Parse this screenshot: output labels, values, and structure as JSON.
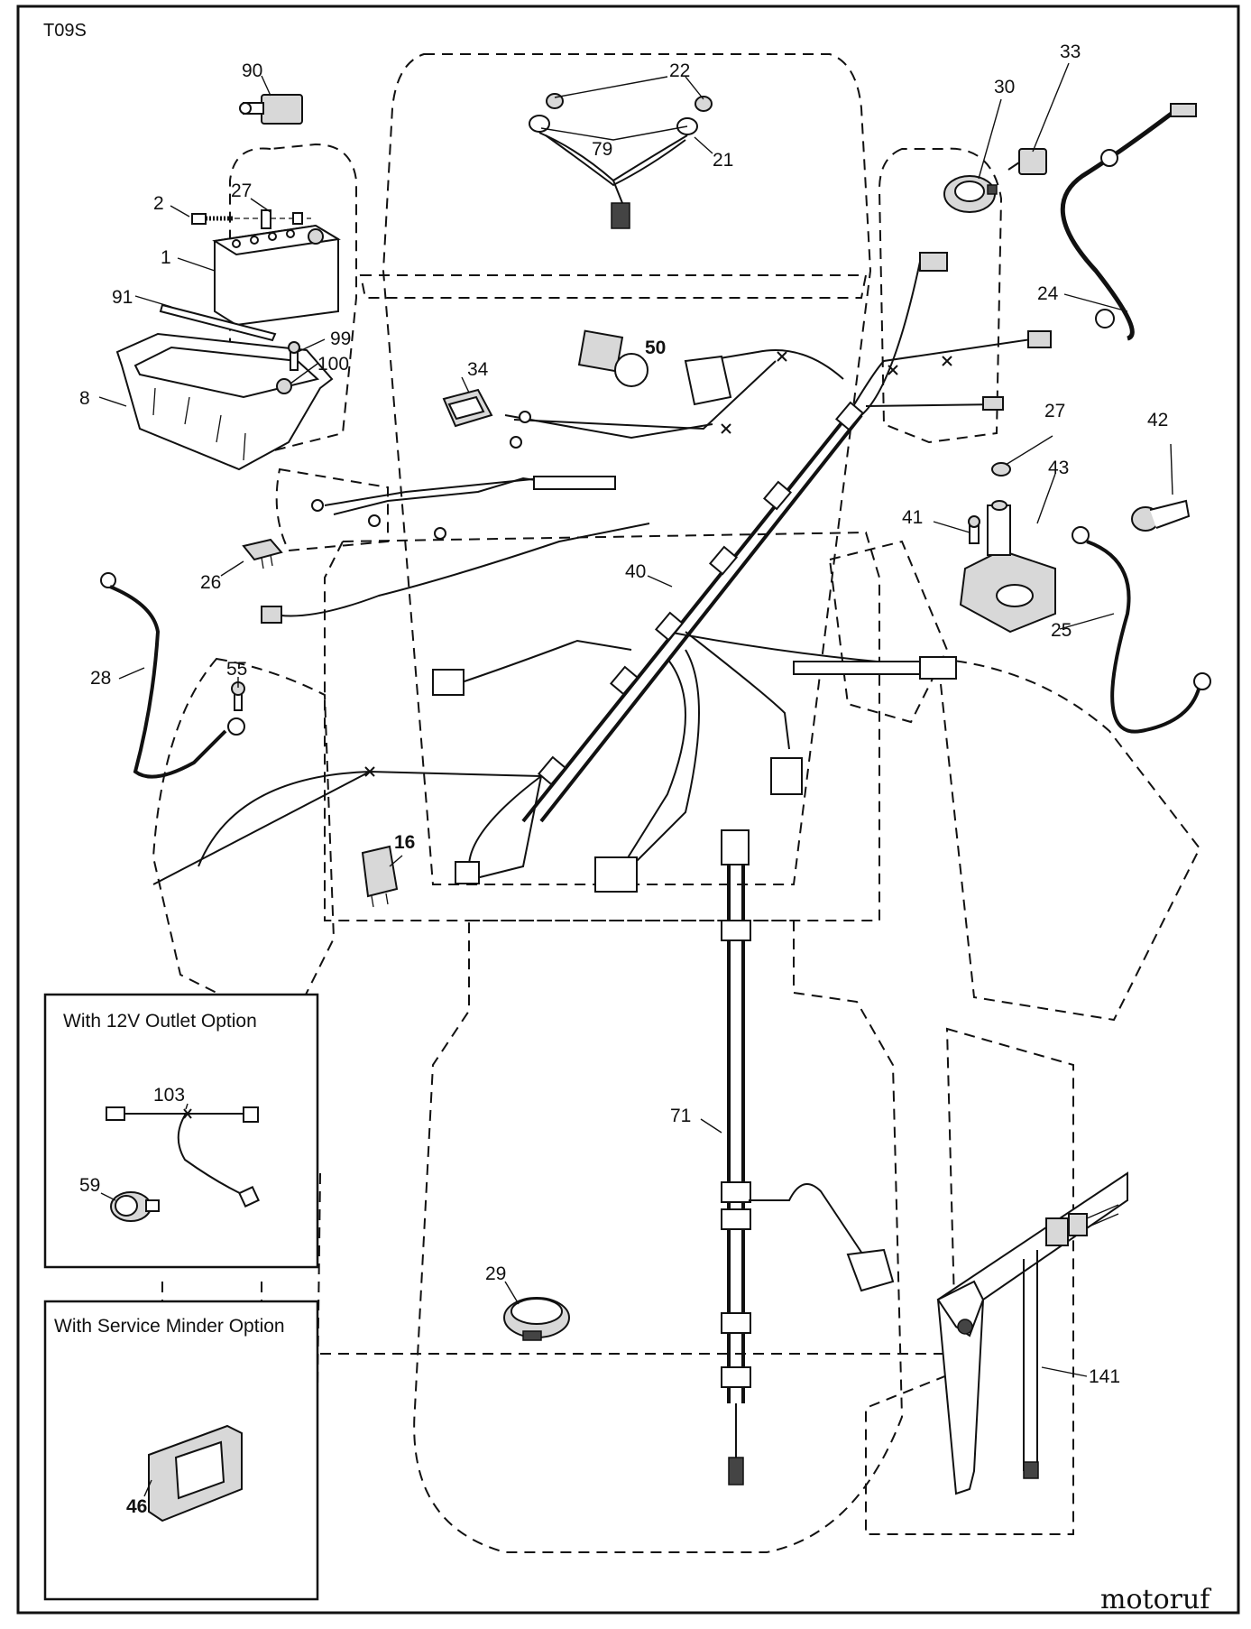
{
  "diagram": {
    "page_code": "T09S",
    "watermark": "motoruf",
    "callouts": {
      "c90": "90",
      "c22": "22",
      "c79": "79",
      "c21": "21",
      "c33": "33",
      "c30": "30",
      "c2": "2",
      "c27a": "27",
      "c1": "1",
      "c91": "91",
      "c99": "99",
      "c100": "100",
      "c8": "8",
      "c50": "50",
      "c34": "34",
      "c24": "24",
      "c27b": "27",
      "c42": "42",
      "c43": "43",
      "c41": "41",
      "c26": "26",
      "c40": "40",
      "c25": "25",
      "c28": "28",
      "c55": "55",
      "c16": "16",
      "c103": "103",
      "c59": "59",
      "c71": "71",
      "c29": "29",
      "c141": "141",
      "c46": "46"
    },
    "option_boxes": {
      "outlet_title": "With 12V Outlet Option",
      "minder_title": "With Service Minder Option"
    }
  }
}
